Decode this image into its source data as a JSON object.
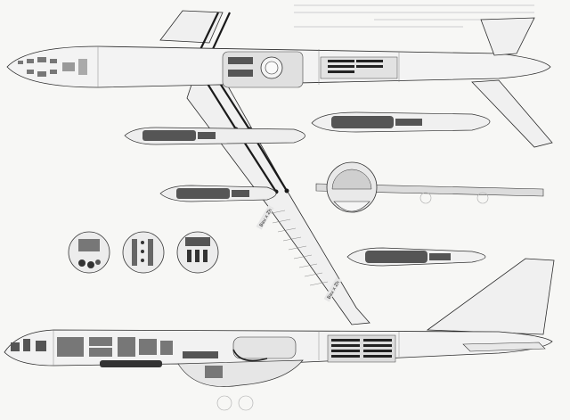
{
  "figure": {
    "palette": {
      "paper": "#f7f7f5",
      "line": "#2a2a2a",
      "fill_light": "#ececec",
      "fill_mid": "#bdbdbd",
      "fill_dark": "#555555",
      "text_bleed": "#d9d9d9"
    },
    "wing_labels": [
      {
        "id": "upper",
        "text": "Bau x Zh"
      },
      {
        "id": "lower",
        "text": "Bau x Zh"
      }
    ]
  }
}
